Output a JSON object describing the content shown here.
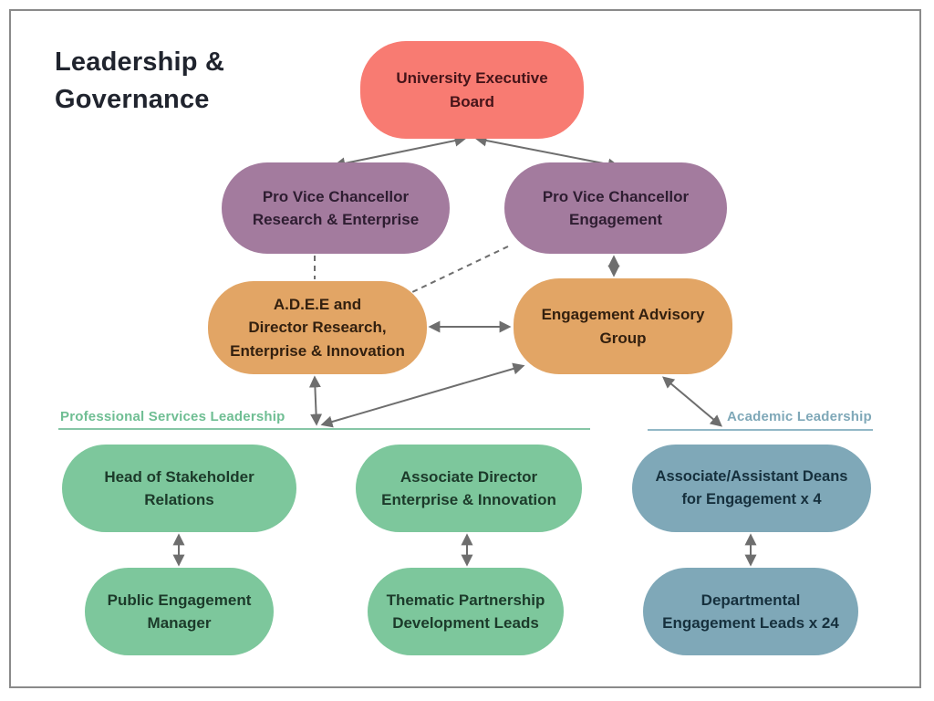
{
  "title": {
    "lines": [
      "Leadership &",
      "Governance"
    ]
  },
  "sections": {
    "professional": {
      "label": "Professional Services Leadership",
      "text_color": "#6FBE93",
      "line_color": "#86C6A6"
    },
    "academic": {
      "label": "Academic Leadership",
      "text_color": "#7FA8B8",
      "line_color": "#92B8C6"
    }
  },
  "nodes": [
    {
      "id": "university-executive-board",
      "label": [
        "University Executive",
        "Board"
      ],
      "fill": "#F87B72",
      "text_color": "#451419"
    },
    {
      "id": "pro-vice-chancellor-research-enterprise",
      "label": [
        "Pro Vice Chancellor",
        "Research & Enterprise"
      ],
      "fill": "#A37B9E",
      "text_color": "#2E1D31"
    },
    {
      "id": "pro-vice-chancellor-engagement",
      "label": [
        "Pro Vice Chancellor",
        "Engagement"
      ],
      "fill": "#A37B9E",
      "text_color": "#2E1D31"
    },
    {
      "id": "adee-director-research-enterprise-innovation",
      "label": [
        "A.D.E.E and",
        "Director Research,",
        "Enterprise & Innovation"
      ],
      "fill": "#E2A565",
      "text_color": "#33200F"
    },
    {
      "id": "engagement-advisory-group",
      "label": [
        "Engagement Advisory",
        "Group"
      ],
      "fill": "#E2A565",
      "text_color": "#33200F"
    },
    {
      "id": "head-of-stakeholder-relations",
      "label": [
        "Head of Stakeholder",
        "Relations"
      ],
      "fill": "#7DC79C",
      "text_color": "#1C3A2A"
    },
    {
      "id": "associate-director-enterprise-innovation",
      "label": [
        "Associate Director",
        "Enterprise & Innovation"
      ],
      "fill": "#7DC79C",
      "text_color": "#1C3A2A"
    },
    {
      "id": "associate-assistant-deans-for-engagement",
      "label": [
        "Associate/Assistant Deans",
        "for Engagement x 4"
      ],
      "fill": "#7FA8B8",
      "text_color": "#16303D"
    },
    {
      "id": "public-engagement-manager",
      "label": [
        "Public Engagement",
        "Manager"
      ],
      "fill": "#7DC79C",
      "text_color": "#1C3A2A"
    },
    {
      "id": "thematic-partnership-development-leads",
      "label": [
        "Thematic Partnership",
        "Development Leads"
      ],
      "fill": "#7DC79C",
      "text_color": "#1C3A2A"
    },
    {
      "id": "departmental-engagement-leads",
      "label": [
        "Departmental",
        "Engagement Leads x 24"
      ],
      "fill": "#7FA8B8",
      "text_color": "#16303D"
    }
  ],
  "connectors": {
    "arrow_color": "#6E6E6E",
    "style_notes": "double-headed solid arrows between related roles; dashed lines without arrowheads between PVCs and A.D.E.E group"
  },
  "frame_color": "#8A8A8A"
}
